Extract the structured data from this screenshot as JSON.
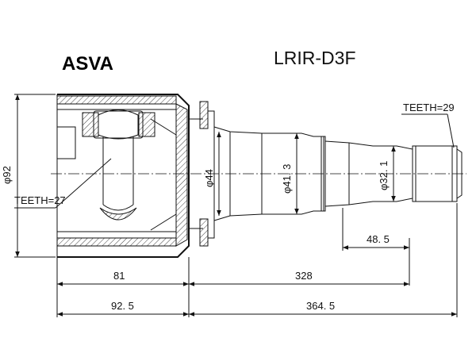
{
  "brand": "ASVA",
  "part_number": "LRIR-D3F",
  "labels": {
    "teeth_outer": "TEETH=29",
    "teeth_inner": "TEETH=27",
    "dia_92": "φ92",
    "dia_44": "φ44",
    "dia_41_3": "φ41. 3",
    "dia_32_1": "φ32. 1"
  },
  "dimensions": {
    "len_81": "81",
    "len_328": "328",
    "len_48_5": "48. 5",
    "len_92_5": "92. 5",
    "len_364_5": "364. 5"
  }
}
